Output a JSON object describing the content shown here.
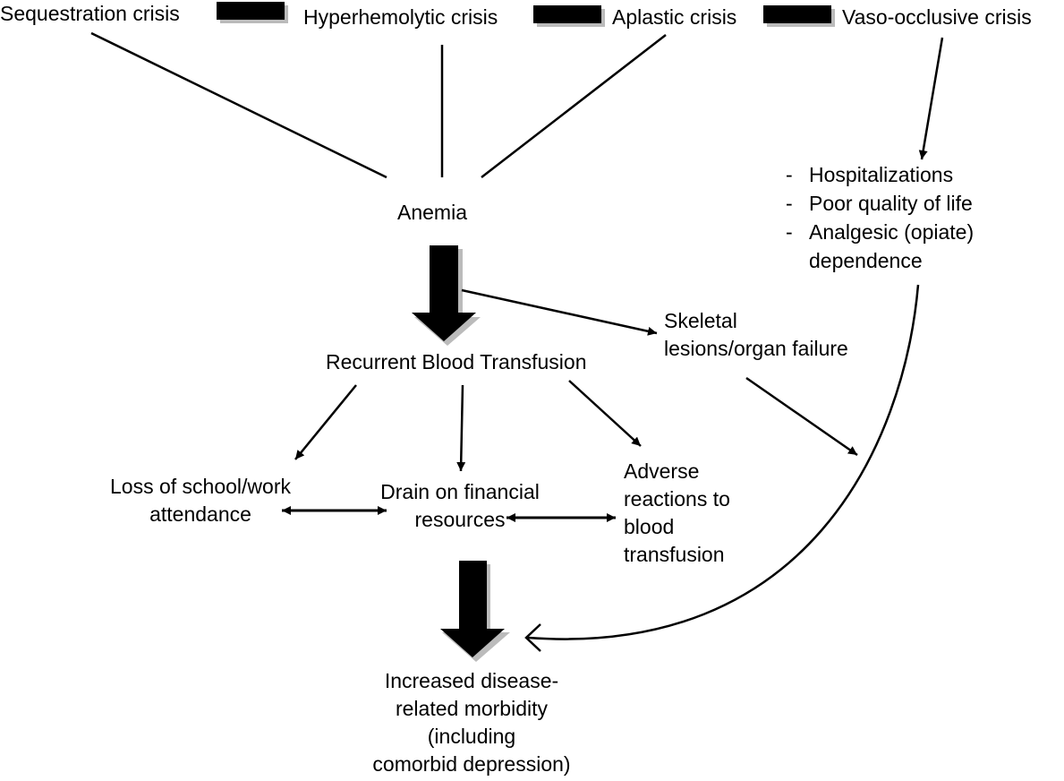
{
  "crises": {
    "sequestration": "Sequestration crisis",
    "hyperhemolytic": "Hyperhemolytic crisis",
    "aplastic": "Aplastic crisis",
    "vaso_occlusive": "Vaso-occlusive crisis"
  },
  "nodes": {
    "anemia": "Anemia",
    "transfusion": "Recurrent Blood Transfusion",
    "skeletal": [
      "Skeletal",
      "lesions/organ failure"
    ],
    "loss": [
      "Loss of school/work",
      "attendance"
    ],
    "drain": [
      "Drain on financial",
      "resources"
    ],
    "adverse": [
      "Adverse",
      "reactions to",
      "blood",
      "transfusion"
    ],
    "morbidity": [
      "Increased disease-",
      "related morbidity",
      "(including",
      "comorbid depression)"
    ]
  },
  "vaso_consequences": {
    "items": [
      "Hospitalizations",
      "Poor quality of life",
      "Analgesic (opiate)"
    ],
    "continuation": "dependence",
    "bullet": "-"
  }
}
